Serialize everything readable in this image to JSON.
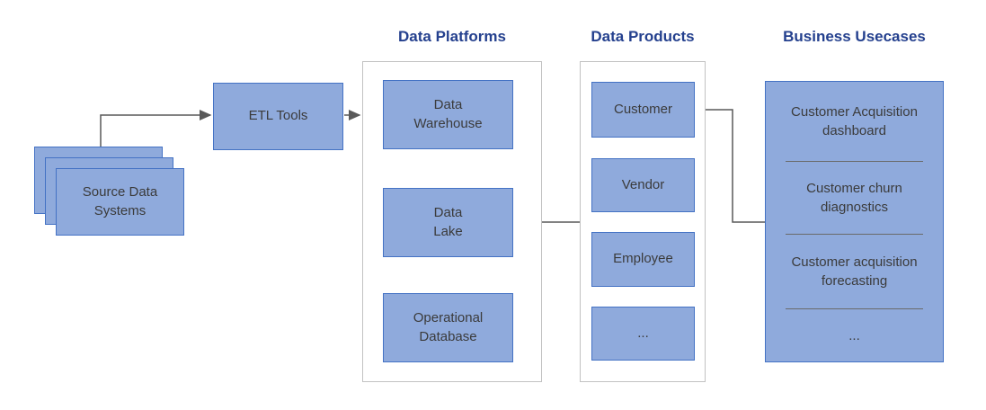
{
  "diagram": {
    "headers": {
      "platforms": "Data Platforms",
      "products": "Data Products",
      "usecases": "Business Usecases"
    },
    "source": {
      "label": "Source Data\nSystems"
    },
    "etl": {
      "label": "ETL Tools"
    },
    "platforms": {
      "items": [
        {
          "label": "Data\nWarehouse"
        },
        {
          "label": "Data\nLake"
        },
        {
          "label": "Operational\nDatabase"
        }
      ]
    },
    "products": {
      "items": [
        {
          "label": "Customer"
        },
        {
          "label": "Vendor"
        },
        {
          "label": "Employee"
        },
        {
          "label": "..."
        }
      ]
    },
    "usecases": {
      "items": [
        {
          "label": "Customer Acquisition\ndashboard"
        },
        {
          "label": "Customer churn\ndiagnostics"
        },
        {
          "label": "Customer acquisition\nforecasting"
        },
        {
          "label": "..."
        }
      ]
    },
    "colors": {
      "box_fill": "#8FAADC",
      "box_border": "#4472C4",
      "heading_text": "#24408E",
      "body_text": "#3B3B3B",
      "connector": "#595959",
      "container_border": "#C2C2C2"
    }
  }
}
